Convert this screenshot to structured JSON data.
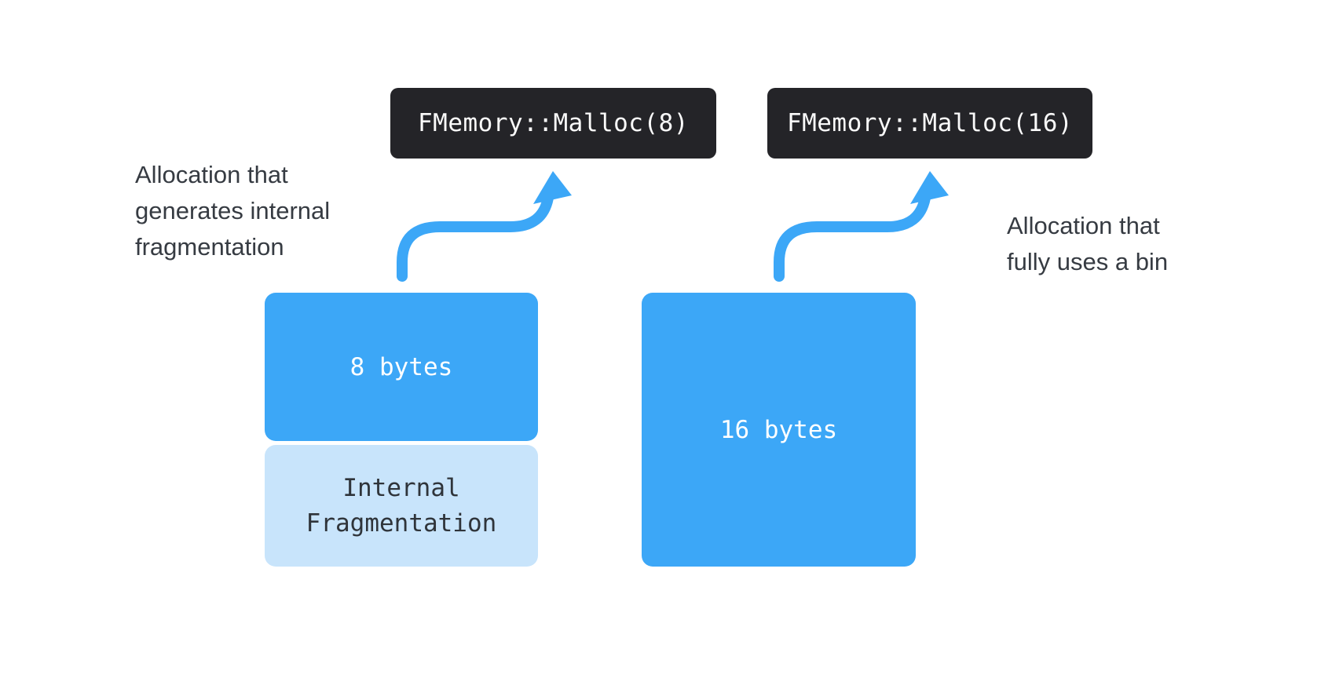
{
  "colors": {
    "background": "#ffffff",
    "accent_blue": "#3ca7f7",
    "light_blue": "#c8e4fb",
    "code_box_bg": "#242428",
    "code_text": "#fafafa",
    "block_text": "#ffffff",
    "annotation_text": "#363b42",
    "fragment_text": "#2f343a"
  },
  "code_boxes": [
    {
      "label": "FMemory::Malloc(8)"
    },
    {
      "label": "FMemory::Malloc(16)"
    }
  ],
  "annotations": {
    "left": {
      "text": "Allocation that generates internal fragmentation",
      "lines": [
        "Allocation that",
        "generates internal",
        "fragmentation"
      ]
    },
    "right": {
      "text": "Allocation that fully uses a bin",
      "lines": [
        "Allocation that",
        "fully uses a bin"
      ]
    }
  },
  "blocks": {
    "eight_bytes": {
      "label": "8 bytes"
    },
    "internal_fragmentation": {
      "label": "Internal Fragmentation",
      "lines": [
        "Internal",
        "Fragmentation"
      ]
    },
    "sixteen_bytes": {
      "label": "16 bytes"
    }
  },
  "icons": {
    "arrow_left": "curved-arrow-up-icon",
    "arrow_right": "curved-arrow-up-icon"
  }
}
